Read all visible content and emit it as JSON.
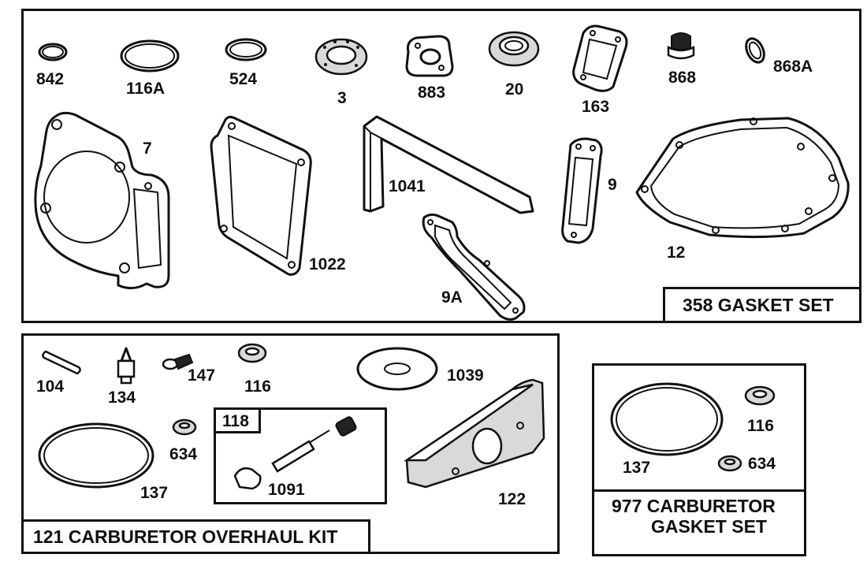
{
  "kits": {
    "gasket_set": "358 GASKET SET",
    "overhaul_kit": "121 CARBURETOR OVERHAUL KIT",
    "carb_gasket_set_line1": "977 CARBURETOR",
    "carb_gasket_set_line2": "GASKET SET",
    "sub_kit": "118"
  },
  "parts": {
    "p842": "842",
    "p116a": "116A",
    "p524": "524",
    "p3": "3",
    "p883": "883",
    "p20": "20",
    "p163": "163",
    "p868": "868",
    "p868a": "868A",
    "p7": "7",
    "p1022": "1022",
    "p1041": "1041",
    "p9": "9",
    "p9a": "9A",
    "p12": "12",
    "p104": "104",
    "p134": "134",
    "p147": "147",
    "p116": "116",
    "p1039": "1039",
    "p634": "634",
    "p137": "137",
    "p1091": "1091",
    "p122": "122",
    "p116_b": "116",
    "p137_b": "137",
    "p634_b": "634"
  }
}
